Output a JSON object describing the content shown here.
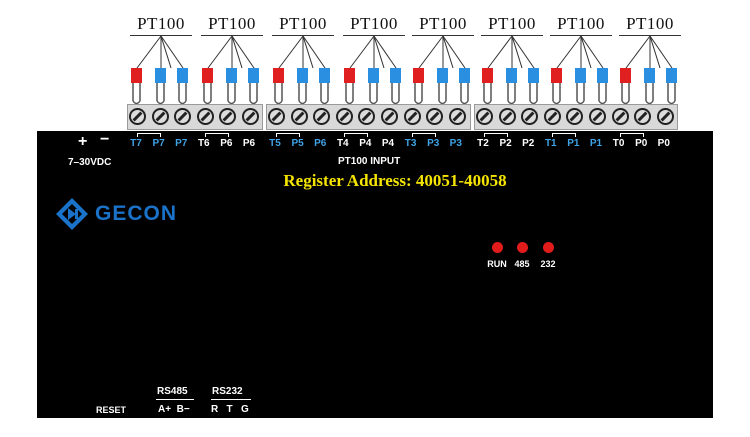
{
  "sensors": [
    {
      "label": "PT100"
    },
    {
      "label": "PT100"
    },
    {
      "label": "PT100"
    },
    {
      "label": "PT100"
    },
    {
      "label": "PT100"
    },
    {
      "label": "PT100"
    },
    {
      "label": "PT100"
    },
    {
      "label": "PT100"
    }
  ],
  "terminals": [
    {
      "label": "T7",
      "color": "blue"
    },
    {
      "label": "P7",
      "color": "blue"
    },
    {
      "label": "P7",
      "color": "blue"
    },
    {
      "label": "T6",
      "color": "white"
    },
    {
      "label": "P6",
      "color": "white"
    },
    {
      "label": "P6",
      "color": "white"
    },
    {
      "label": "T5",
      "color": "blue"
    },
    {
      "label": "P5",
      "color": "blue"
    },
    {
      "label": "P6",
      "color": "blue"
    },
    {
      "label": "T4",
      "color": "white"
    },
    {
      "label": "P4",
      "color": "white"
    },
    {
      "label": "P4",
      "color": "white"
    },
    {
      "label": "T3",
      "color": "blue"
    },
    {
      "label": "P3",
      "color": "blue"
    },
    {
      "label": "P3",
      "color": "blue"
    },
    {
      "label": "T2",
      "color": "white"
    },
    {
      "label": "P2",
      "color": "white"
    },
    {
      "label": "P2",
      "color": "white"
    },
    {
      "label": "T1",
      "color": "blue"
    },
    {
      "label": "P1",
      "color": "blue"
    },
    {
      "label": "P1",
      "color": "blue"
    },
    {
      "label": "T0",
      "color": "white"
    },
    {
      "label": "P0",
      "color": "white"
    },
    {
      "label": "P0",
      "color": "white"
    }
  ],
  "power": {
    "plus": "+",
    "minus": "−",
    "voltage": "7–30VDC"
  },
  "input_title": "PT100 INPUT",
  "register_address": "Register Address: 40051-40058",
  "brand": "GECON",
  "leds": [
    {
      "label": "RUN"
    },
    {
      "label": "485"
    },
    {
      "label": "232"
    }
  ],
  "bottom": {
    "reset": "RESET",
    "rs485": "RS485",
    "rs485_pins": "A+  B−",
    "rs232": "RS232",
    "rs232_pins": "R   T   G"
  },
  "colors": {
    "red_terminal": "#e02020",
    "blue_terminal": "#2a8fe0",
    "register_text": "#f5e400",
    "brand_blue": "#1a72c9",
    "led": "#e21b1b"
  },
  "icons": {
    "brand_logo": "gecon-diamond-logo-icon"
  }
}
